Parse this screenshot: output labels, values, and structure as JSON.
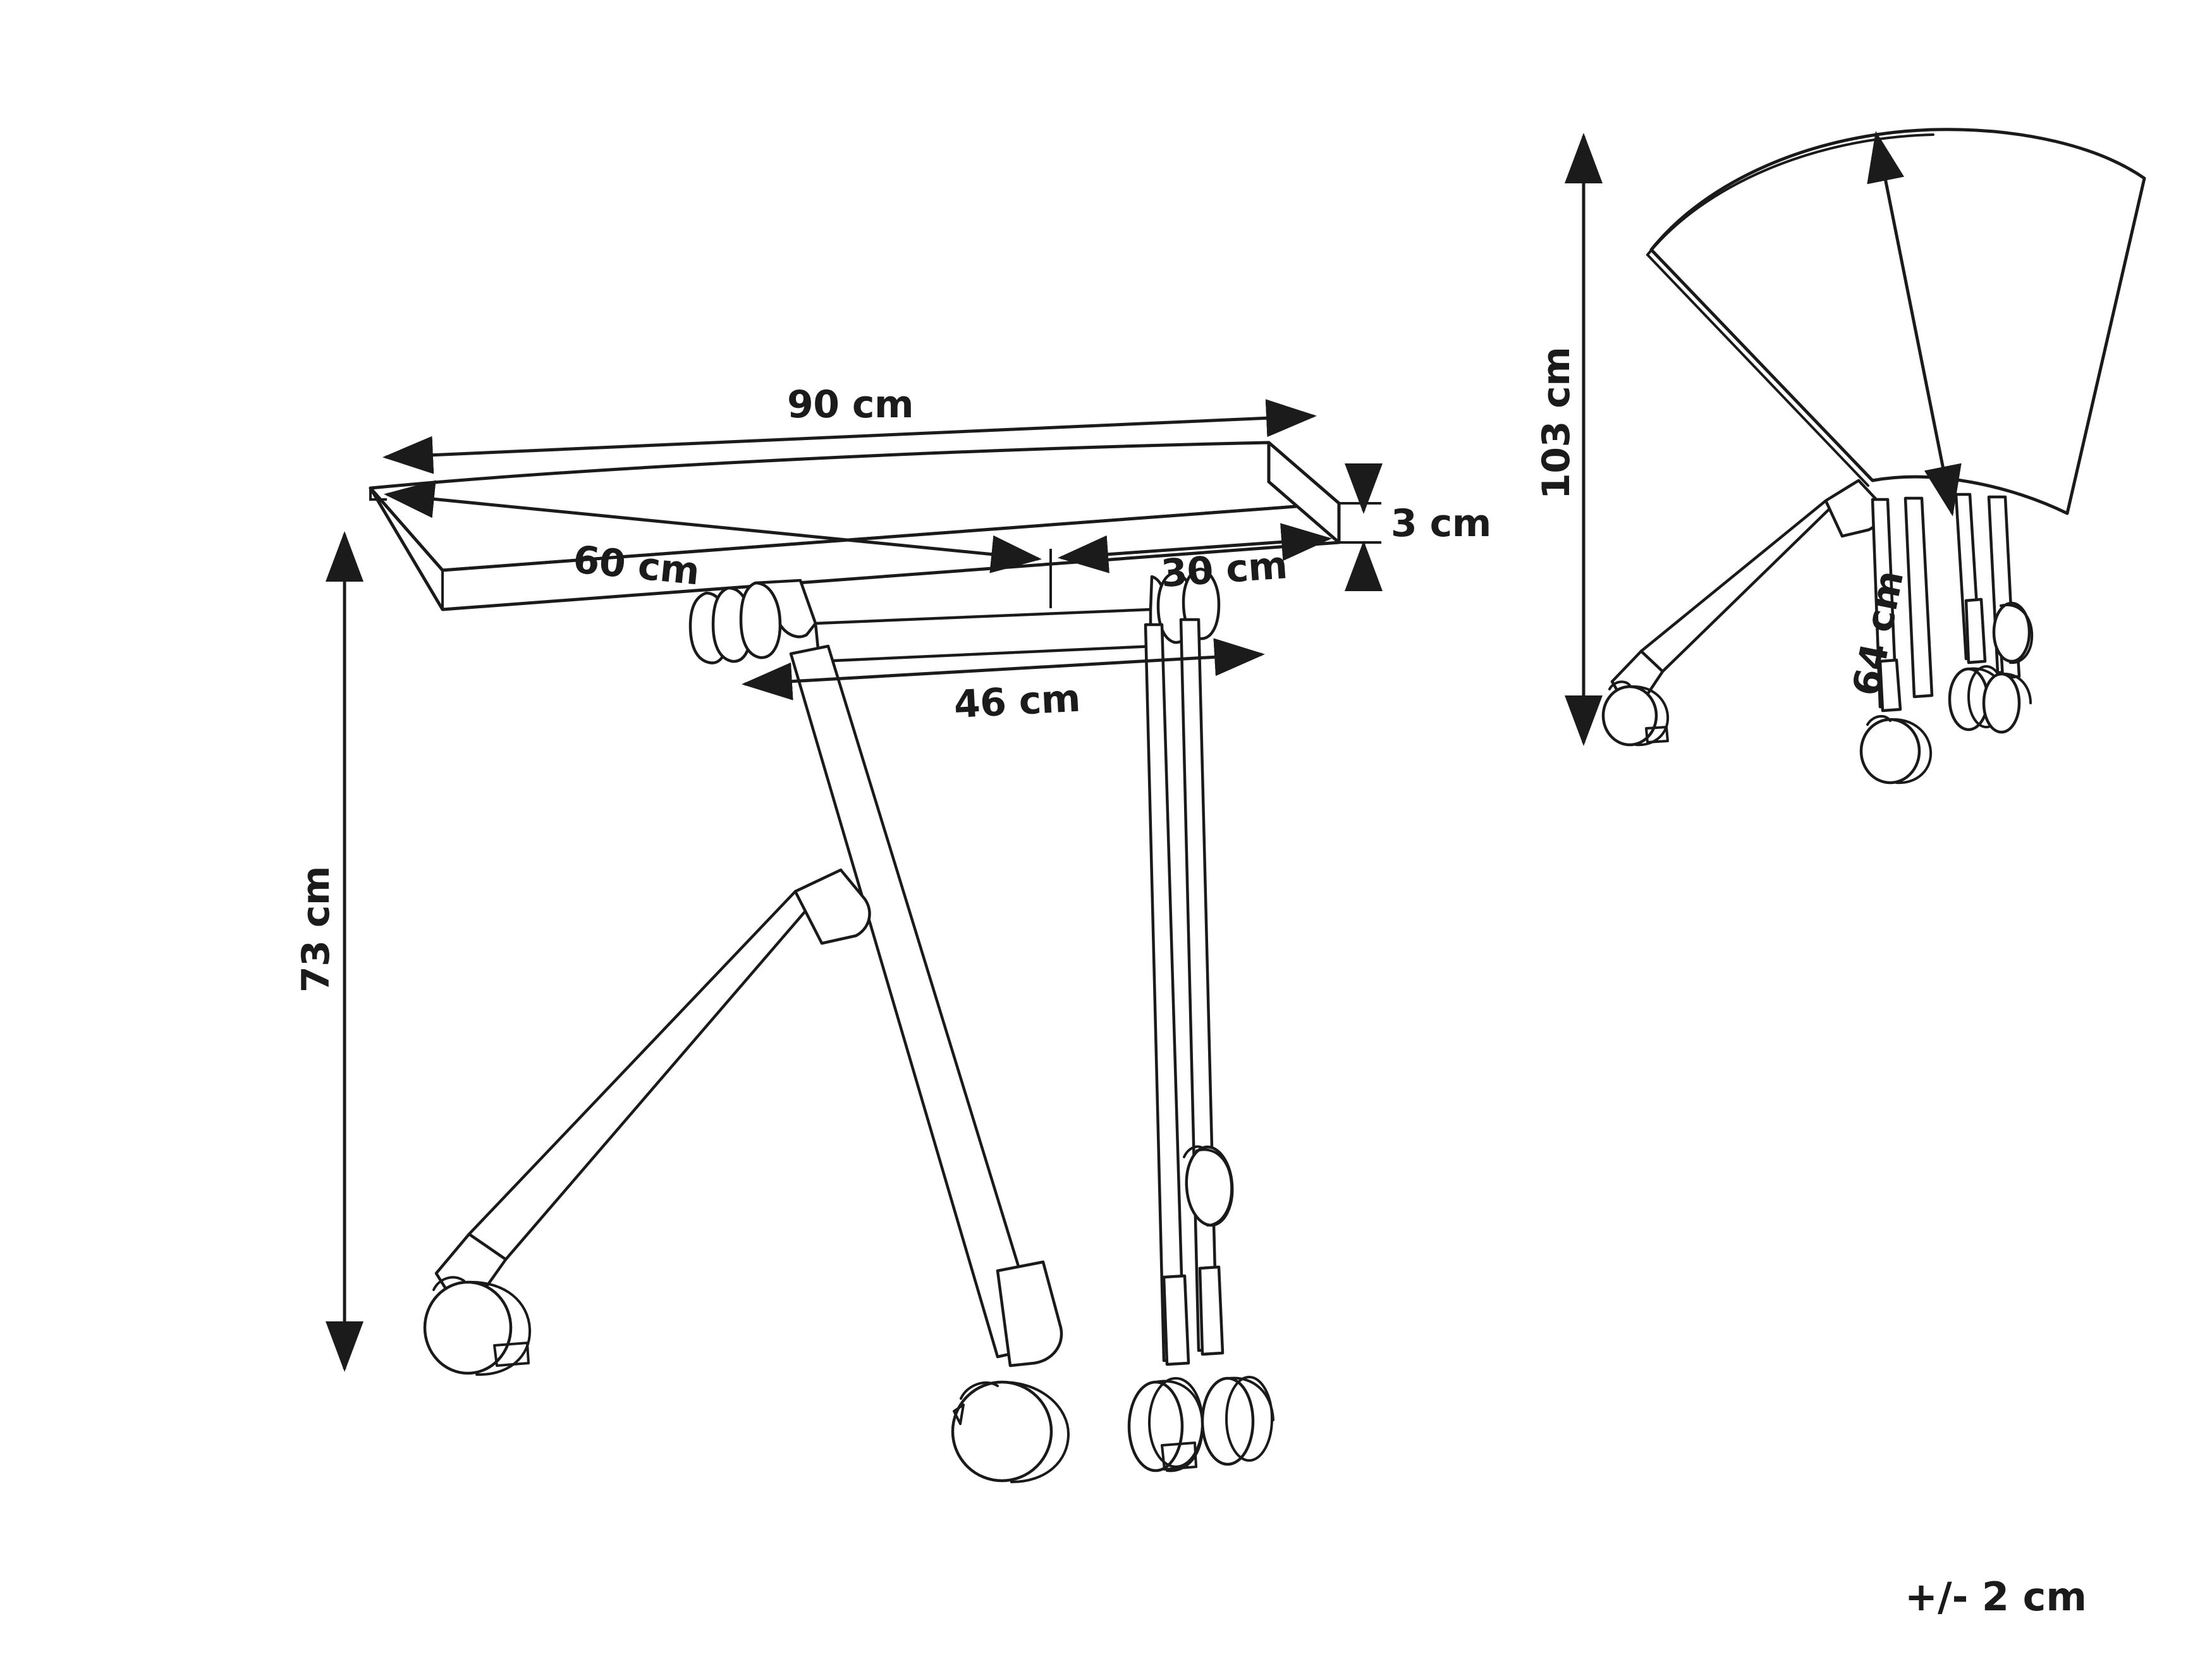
{
  "document": {
    "type": "technical-dimension-drawing",
    "subject": "folding wedge table with casters",
    "background_color": "#ffffff",
    "ink_color": "#1b1b1b"
  },
  "views": [
    {
      "id": "main-view",
      "name": "perspective-view",
      "description": "Folding wedge-top table, top open, seen in perspective from above-left"
    },
    {
      "id": "side-view",
      "name": "folded-view",
      "description": "Same table with the top folded upright, seen from the side"
    }
  ],
  "dimensions": {
    "width_top_rear": {
      "id": "dim-90",
      "label": "90 cm",
      "view": "main-view"
    },
    "width_top_front": {
      "id": "dim-60",
      "label": "60 cm",
      "view": "main-view"
    },
    "depth_right": {
      "id": "dim-30",
      "label": "30 cm",
      "view": "main-view"
    },
    "top_thickness": {
      "id": "dim-3",
      "label": "3 cm",
      "view": "main-view"
    },
    "height": {
      "id": "dim-73",
      "label": "73 cm",
      "view": "main-view"
    },
    "frame_width": {
      "id": "dim-46",
      "label": "46 cm",
      "view": "main-view"
    },
    "folded_height": {
      "id": "dim-103",
      "label": "103 cm",
      "view": "side-view"
    },
    "top_diagonal": {
      "id": "dim-64",
      "label": "64 cm",
      "view": "side-view"
    }
  },
  "tolerance": {
    "label": "+/- 2 cm"
  }
}
